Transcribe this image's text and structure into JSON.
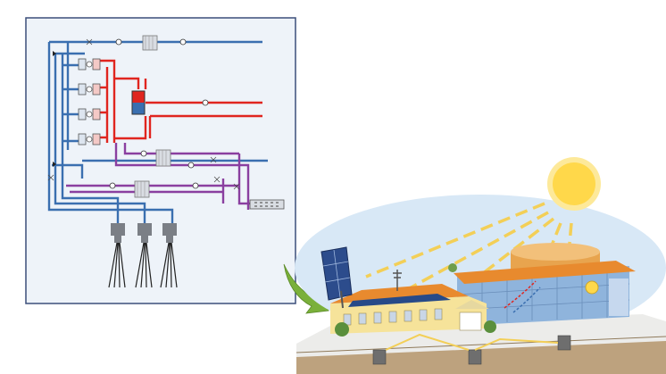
{
  "schematic": {
    "colors": {
      "cold": "#3a6fb0",
      "hot": "#e0251f",
      "return": "#8a3fa0",
      "panel_bg": "#eef3f9",
      "frame": "#3b4f7a"
    },
    "components": [
      "heat-pump-unit-1",
      "heat-pump-unit-2",
      "heat-pump-unit-3",
      "heat-pump-unit-4",
      "storage-tank",
      "heat-exchanger-top",
      "heat-exchanger-middle",
      "heat-exchanger-bottom",
      "radiator-coil",
      "borehole-probe-1",
      "borehole-probe-2",
      "borehole-probe-3"
    ]
  },
  "illustration": {
    "colors": {
      "sky": "#d8e8f6",
      "sun": "#ffd84a",
      "roof": "#e88a2e",
      "wall_yellow": "#f6e39a",
      "glass": "#8fb4dc",
      "ground": "#bda27e",
      "arrow": "#7ab03a"
    },
    "icons": [
      "sun-icon",
      "solar-panel-icon",
      "arrow-icon"
    ]
  }
}
